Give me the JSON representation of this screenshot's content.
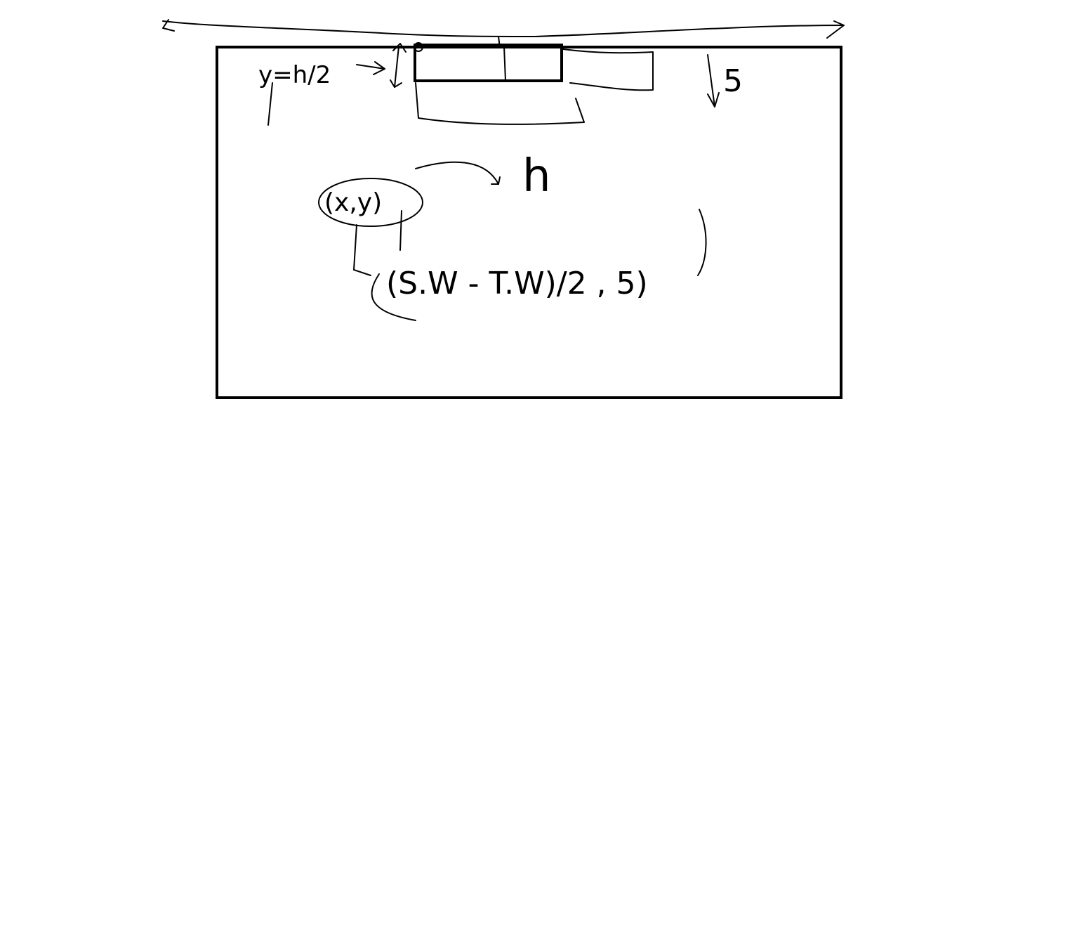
{
  "labels": {
    "y_eq": "y=h/2",
    "height_var": "h",
    "coord": "(x,y)",
    "formula": "(S.W - T.W)/2 , 5)",
    "five": "5"
  },
  "colors": {
    "ink": "#000000",
    "background": "#ffffff"
  }
}
